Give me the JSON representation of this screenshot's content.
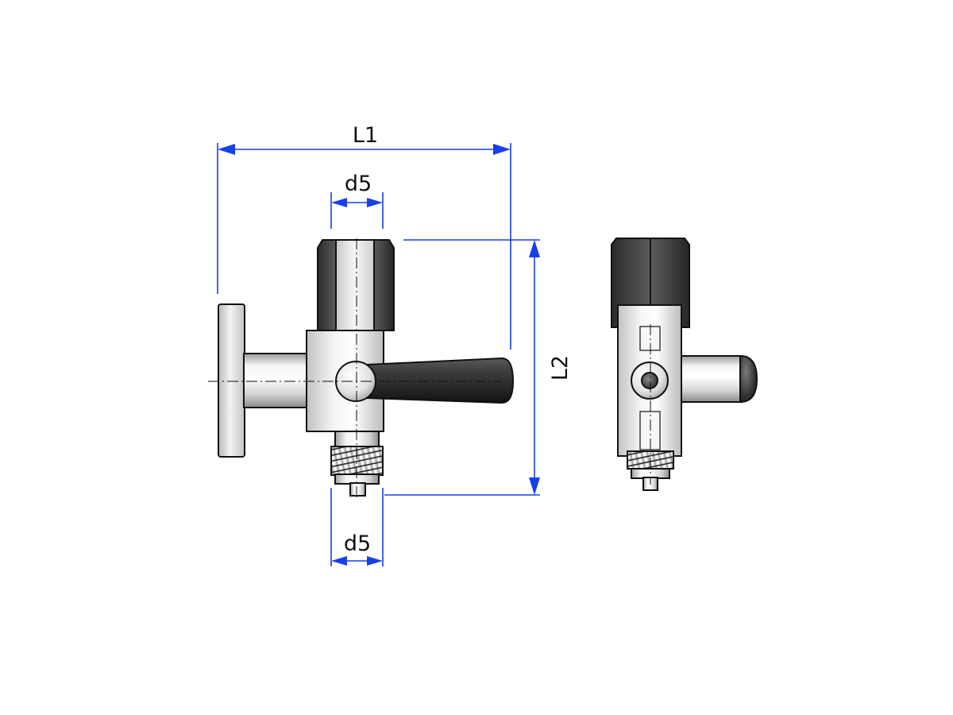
{
  "dimensions": {
    "l1": "L1",
    "d5_top": "d5",
    "d5_bottom": "d5",
    "l2": "L2"
  },
  "colors": {
    "dimension": "#1740e6",
    "outline": "#111111",
    "dark_metal": "#3a3a3a",
    "light_metal": "#e6e6e6"
  }
}
